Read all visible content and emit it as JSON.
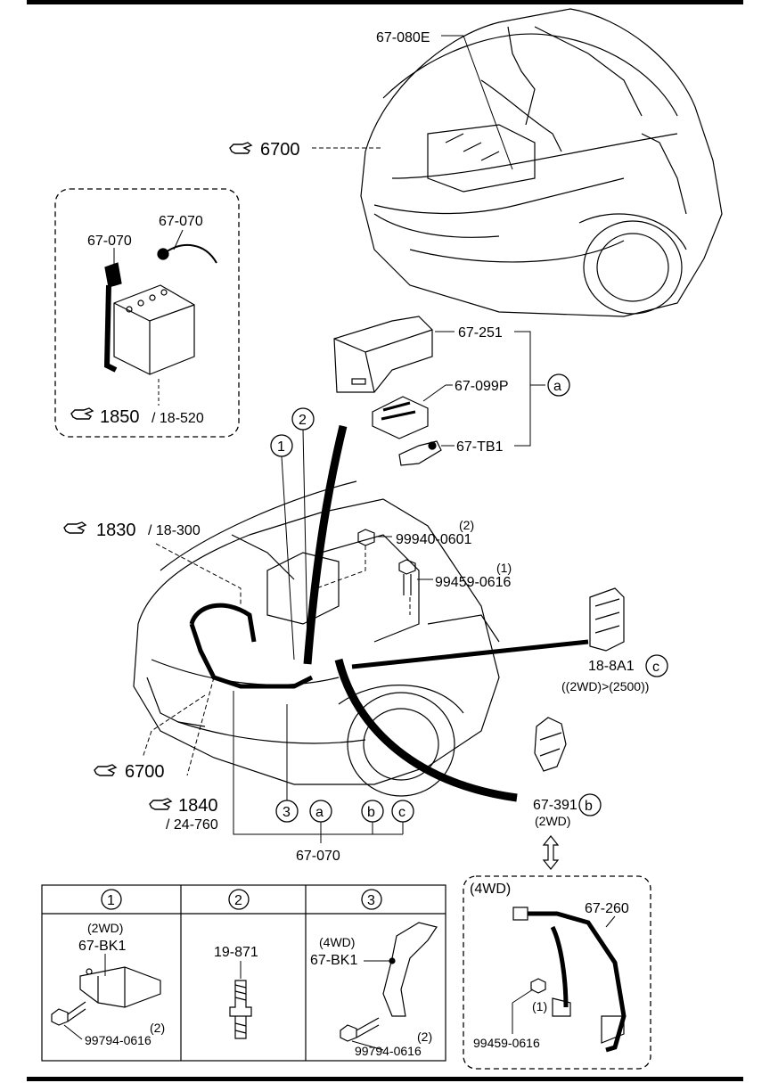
{
  "refs": {
    "ref_6700_top": "6700",
    "ref_1850": "1850",
    "ref_1850_sub": "/ 18-520",
    "ref_1830": "1830",
    "ref_1830_sub": "/ 18-300",
    "ref_6700_bottom": "6700",
    "ref_1840": "1840",
    "ref_1840_sub": "/ 24-760"
  },
  "parts": {
    "p_67_080E": "67-080E",
    "p_67_070_a": "67-070",
    "p_67_070_b": "67-070",
    "p_67_251": "67-251",
    "p_67_099P": "67-099P",
    "p_67_TB1": "67-TB1",
    "p_99940": "99940-0601",
    "p_99940_qty": "(2)",
    "p_99459": "99459-0616",
    "p_99459_qty": "(1)",
    "p_18_8A1": "18-8A1",
    "p_18_8A1_note": "((2WD)>(2500))",
    "p_67_391": "67-391",
    "p_67_391_note": "(2WD)",
    "p_67_070_bottom": "67-070",
    "p_67_260": "67-260",
    "p_99459_4wd": "99459-0616",
    "p_99459_4wd_qty": "(1)"
  },
  "callouts": {
    "c1": "1",
    "c2": "2",
    "c3": "3",
    "la": "a",
    "lb": "b",
    "lc": "c"
  },
  "table": {
    "col1_head": "1",
    "col2_head": "2",
    "col3_head": "3",
    "col1_note": "(2WD)",
    "col1_part": "67-BK1",
    "col1_bolt": "99794-0616",
    "col1_qty": "(2)",
    "col2_part": "19-871",
    "col3_note": "(4WD)",
    "col3_part": "67-BK1",
    "col3_bolt": "99794-0616",
    "col3_qty": "(2)"
  },
  "box4wd": {
    "title": "(4WD)"
  },
  "icon": "pointing-hand-icon"
}
